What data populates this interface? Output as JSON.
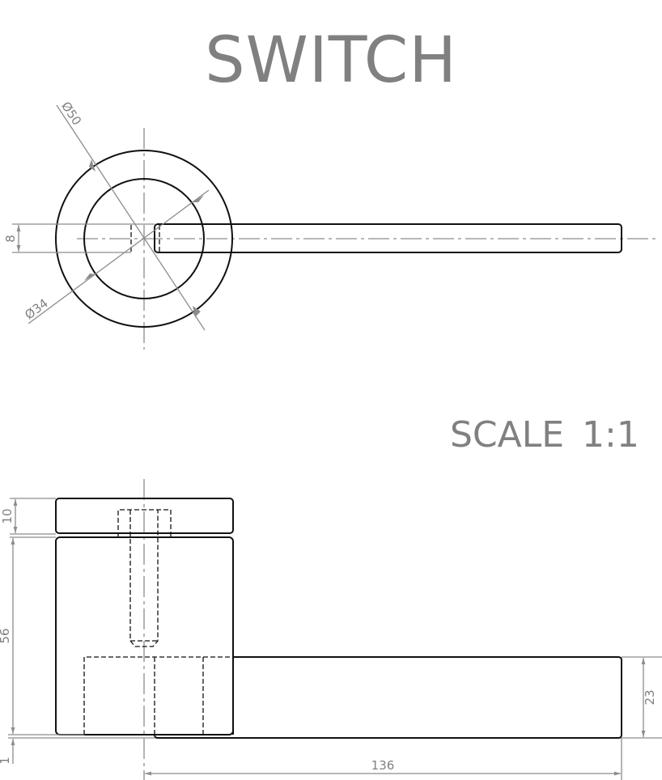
{
  "title": "SWITCH",
  "scale_label": "SCALE  1:1",
  "colors": {
    "annotation_gray": "#808080",
    "object_line": "#111111",
    "dimension_line": "#8c8c8c",
    "background": "#ffffff"
  },
  "top_view": {
    "dimensions": {
      "outer_diameter": "Ø50",
      "inner_diameter": "Ø34",
      "lever_width": "8"
    }
  },
  "side_view": {
    "dimensions": {
      "cap_height": "10",
      "body_height": "56",
      "gap": "1",
      "lever_height": "23",
      "lever_length": "136"
    }
  }
}
